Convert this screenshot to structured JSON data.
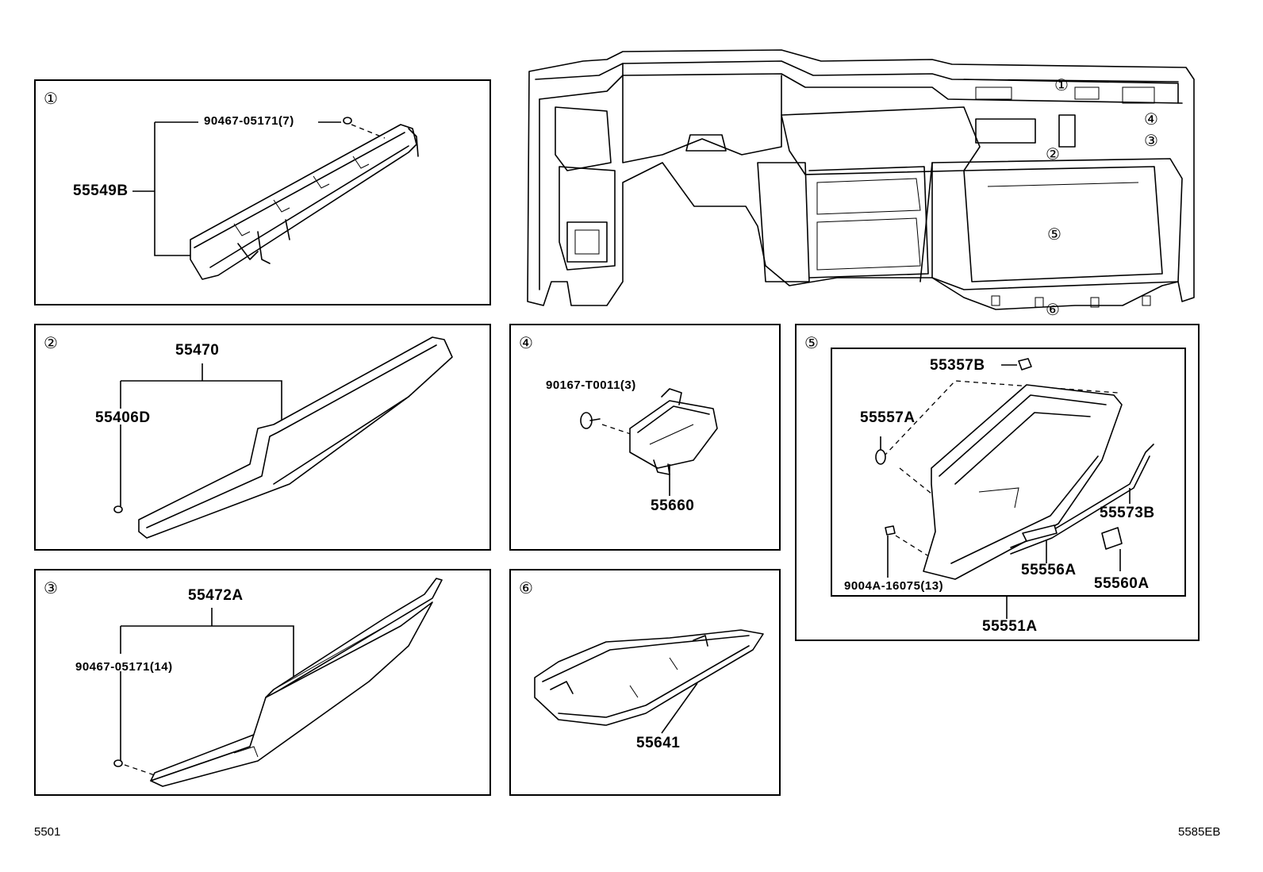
{
  "panels": [
    {
      "marker": "①",
      "labels": {
        "a": "90467-05171(7)",
        "b": "55549B"
      }
    },
    {
      "marker": "②",
      "labels": {
        "a": "55470",
        "b": "55406D"
      }
    },
    {
      "marker": "③",
      "labels": {
        "a": "55472A",
        "b": "90467-05171(14)"
      }
    },
    {
      "marker": "④",
      "labels": {
        "a": "90167-T0011(3)",
        "b": "55660"
      }
    },
    {
      "marker": "⑤",
      "labels": {
        "a": "55357B",
        "b": "55557A",
        "c": "55573B",
        "d": "55556A",
        "e": "55560A",
        "f": "9004A-16075(13)",
        "g": "55551A"
      }
    },
    {
      "marker": "⑥",
      "labels": {
        "a": "55641"
      }
    }
  ],
  "overview_markers": [
    "①",
    "②",
    "③",
    "④",
    "⑤",
    "⑥"
  ],
  "footer": {
    "left": "5501",
    "right": "5585EB"
  }
}
